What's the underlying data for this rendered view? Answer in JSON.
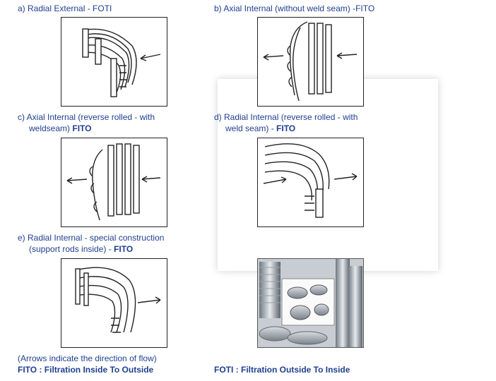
{
  "captions": {
    "a": {
      "line1": "a) Radial External - FOTI"
    },
    "b": {
      "line1": "b) Axial Internal (without weld seam) -FITO"
    },
    "c": {
      "line1": "c) Axial Internal (reverse rolled - with",
      "line2": "weldseam) ",
      "brand": "FITO"
    },
    "d": {
      "line1": "d) Radial Internal (reverse rolled - with",
      "line2": "weld seam) - ",
      "brand": "FITO"
    },
    "e": {
      "line1": "e) Radial Internal - special construction",
      "line2": "(support rods inside) - ",
      "brand": "FITO"
    }
  },
  "footer": {
    "note": "(Arrows indicate the direction of flow)",
    "fito": "FITO : Filtration Inside To Outside",
    "foti": "FOTI : Filtration Outside To Inside"
  },
  "colors": {
    "text": "#1f3f8f",
    "brand": "#1f3f8f",
    "line": "#222222"
  }
}
